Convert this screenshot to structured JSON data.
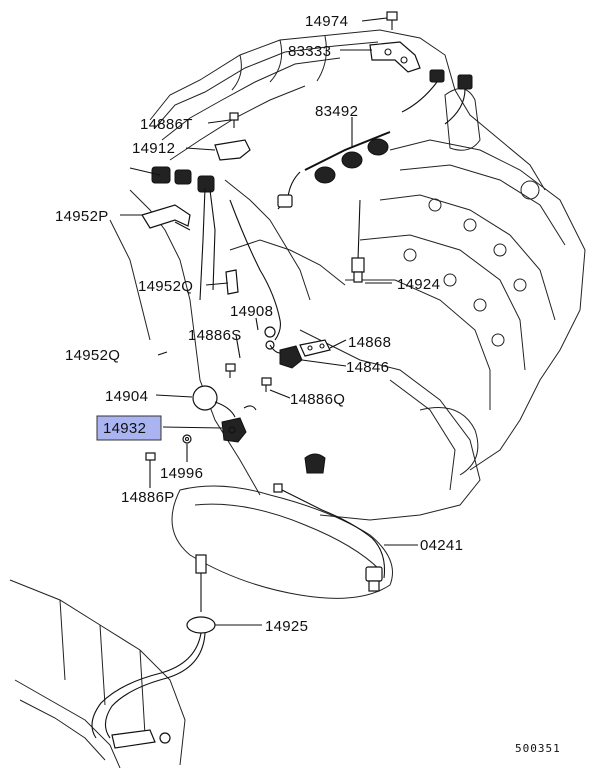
{
  "diagram": {
    "highlight_color": "#aab4f0",
    "callouts": {
      "p14974": "14974",
      "p83333": "83333",
      "p83492": "83492",
      "p14886T": "14886T",
      "p14912": "14912",
      "p14952P": "14952P",
      "p14952Q_top": "14952Q",
      "p14908": "14908",
      "p14924": "14924",
      "p14886S": "14886S",
      "p14868": "14868",
      "p14952Q_left": "14952Q",
      "p14846": "14846",
      "p14904": "14904",
      "p14886Q": "14886Q",
      "p14932": "14932",
      "p14996": "14996",
      "p14886P": "14886P",
      "p04241": "04241",
      "p14925": "14925"
    },
    "drawing_number": "500351"
  }
}
